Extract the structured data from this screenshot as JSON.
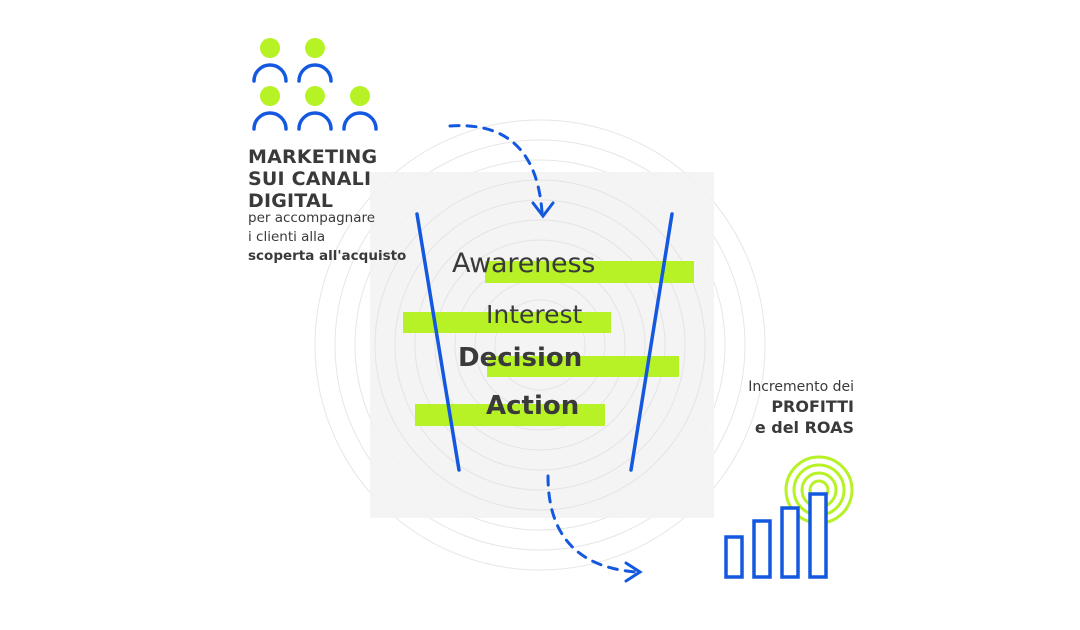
{
  "left_block": {
    "title_lines": [
      "MARKETING",
      "SUI CANALI",
      "DIGITAL"
    ],
    "subtitle_lines": [
      "per accompagnare",
      "i clienti alla"
    ],
    "subtitle_bold": "scoperta all'acquisto"
  },
  "funnel": {
    "stages": [
      "Awareness",
      "Interest",
      "Decision",
      "Action"
    ]
  },
  "right_block": {
    "line1": "Incremento dei",
    "bold_lines": [
      "PROFITTI",
      "e del ROAS"
    ]
  },
  "colors": {
    "blue": "#1458e0",
    "lime": "#b6f226",
    "text": "#3a3a3a",
    "panel": "#f4f4f4",
    "rings": "#e6e6e6"
  },
  "icons": [
    "people-group-icon",
    "dashed-arrow-icon",
    "funnel-icon",
    "bar-chart-icon",
    "target-rings-icon"
  ]
}
